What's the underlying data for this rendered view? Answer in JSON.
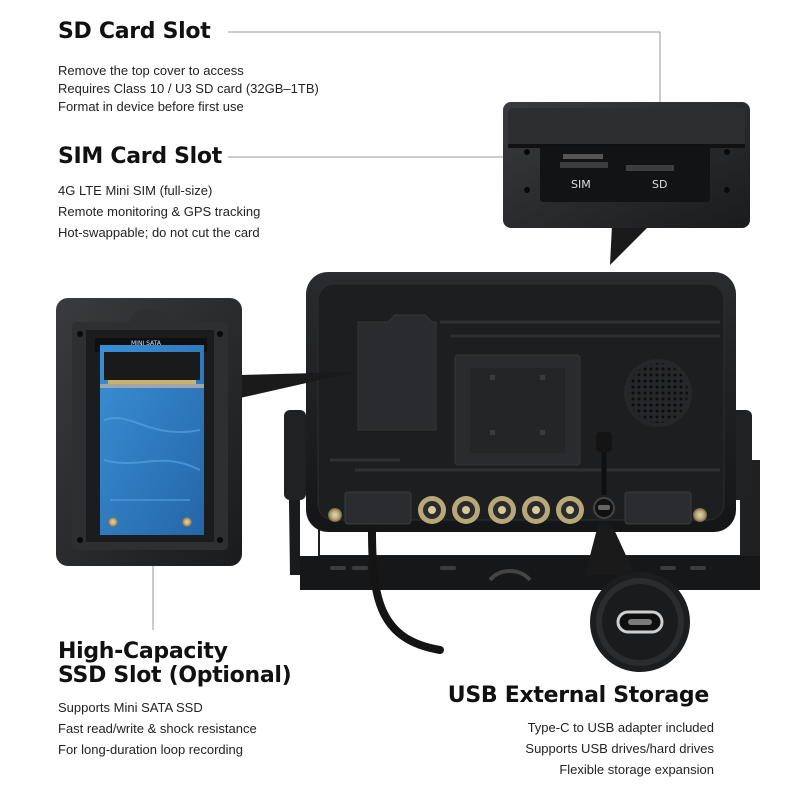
{
  "sd_slot": {
    "title": "SD Card Slot",
    "lines": [
      "Remove the top cover to access",
      "Requires Class 10 / U3 SD card (32GB–1TB)",
      "Format in device before first use"
    ]
  },
  "sim_slot": {
    "title": "SIM Card Slot",
    "lines": [
      "4G LTE Mini SIM (full-size)",
      "Remote monitoring & GPS tracking",
      "Hot-swappable; do not cut the card"
    ]
  },
  "ssd_slot": {
    "title_line1": "High-Capacity",
    "title_line2": "SSD Slot (Optional)",
    "lines": [
      "Supports Mini SATA SSD",
      "Fast read/write & shock resistance",
      "For long-duration loop recording"
    ],
    "board_label": "MINI SATA"
  },
  "usb_storage": {
    "title": "USB External Storage",
    "lines": [
      "Type-C to USB adapter included",
      "Supports USB drives/hard drives",
      "Flexible storage expansion"
    ]
  },
  "slot_labels": {
    "sim": "SIM",
    "sd": "SD"
  },
  "colors": {
    "device_body": "#1b1c1e",
    "ssd_board": "#2f7fc8",
    "callout_line": "#999999"
  }
}
